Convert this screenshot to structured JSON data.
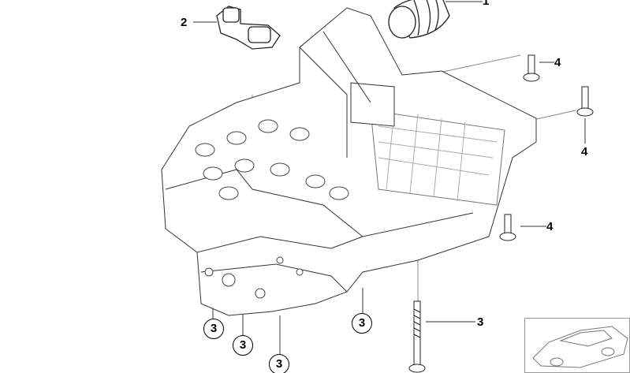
{
  "diagram": {
    "callouts": [
      {
        "id": "part-1",
        "text": "1"
      },
      {
        "id": "part-2",
        "text": "2"
      },
      {
        "id": "part-4a",
        "text": "4"
      },
      {
        "id": "part-4b",
        "text": "4"
      },
      {
        "id": "part-4c",
        "text": "4"
      },
      {
        "id": "part-3-bolt",
        "text": "3"
      }
    ],
    "circled_callouts": [
      {
        "text": "3"
      },
      {
        "text": "3"
      },
      {
        "text": "3"
      },
      {
        "text": "3"
      }
    ]
  }
}
